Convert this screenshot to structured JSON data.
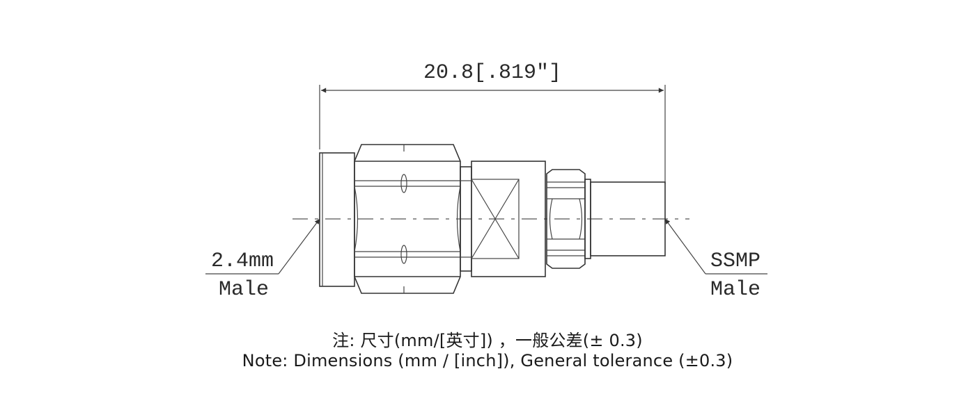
{
  "dimension": {
    "overall_length": "20.8[.819″]"
  },
  "labels": {
    "left_size": "2.4mm",
    "left_gender": "Male",
    "right_size": "SSMP",
    "right_gender": "Male"
  },
  "notes": {
    "chinese": "注: 尺寸(mm/[英寸]) ，一般公差(± 0.3)",
    "english": "Note: Dimensions (mm / [inch]), General tolerance (±0.3)"
  },
  "colors": {
    "line": "#333333",
    "text": "#1a1a1a"
  }
}
